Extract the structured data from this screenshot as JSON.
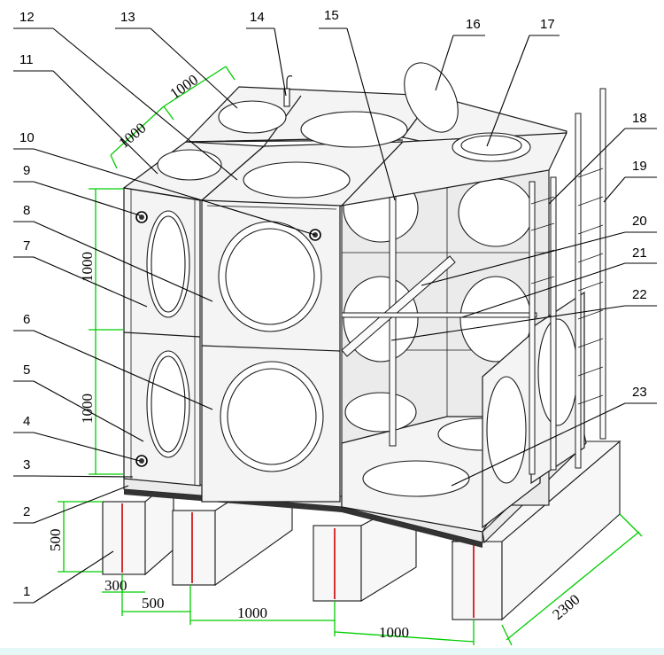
{
  "callouts": [
    "1",
    "2",
    "3",
    "4",
    "5",
    "6",
    "7",
    "8",
    "9",
    "10",
    "11",
    "12",
    "13",
    "14",
    "15",
    "16",
    "17",
    "18",
    "19",
    "20",
    "21",
    "22",
    "23"
  ],
  "dimensions": {
    "top_1": "1000",
    "top_2": "1000",
    "height_upper": "1000",
    "height_lower": "1000",
    "foundation_height": "500",
    "foundation_width": "300",
    "spacing_first": "500",
    "spacing_mid": "1000",
    "spacing_last": "1000",
    "depth": "2300"
  },
  "colors": {
    "line": "#1a1a1a",
    "dimension": "#00cc00",
    "center_mark": "#cc0000",
    "bottom_bar": "#e6f7f7"
  }
}
